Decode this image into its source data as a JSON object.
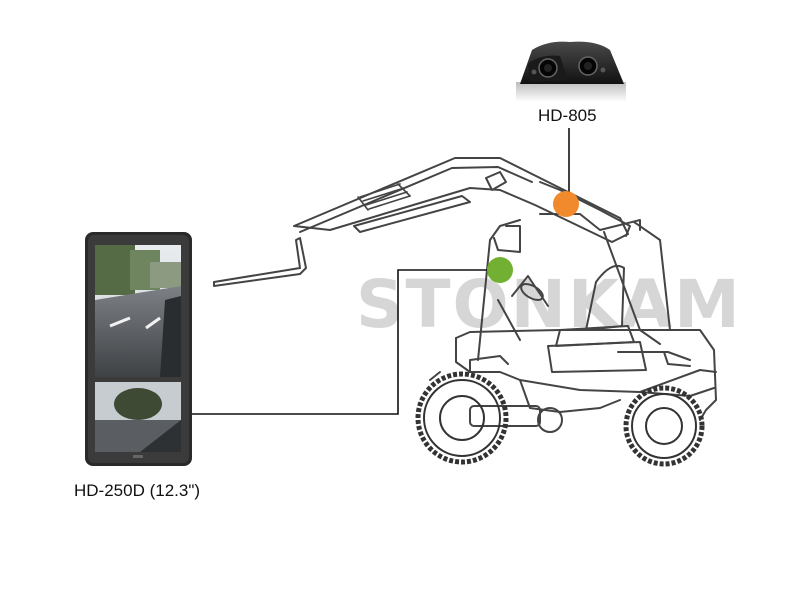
{
  "watermark": "STONKAM",
  "camera": {
    "model": "HD-805",
    "marker_color": "#f08a2c"
  },
  "monitor": {
    "model": "HD-250D (12.3\")"
  },
  "interior_camera": {
    "marker_color": "#72b033"
  },
  "colors": {
    "wire": "#111111",
    "forklift_outline": "#444444"
  }
}
